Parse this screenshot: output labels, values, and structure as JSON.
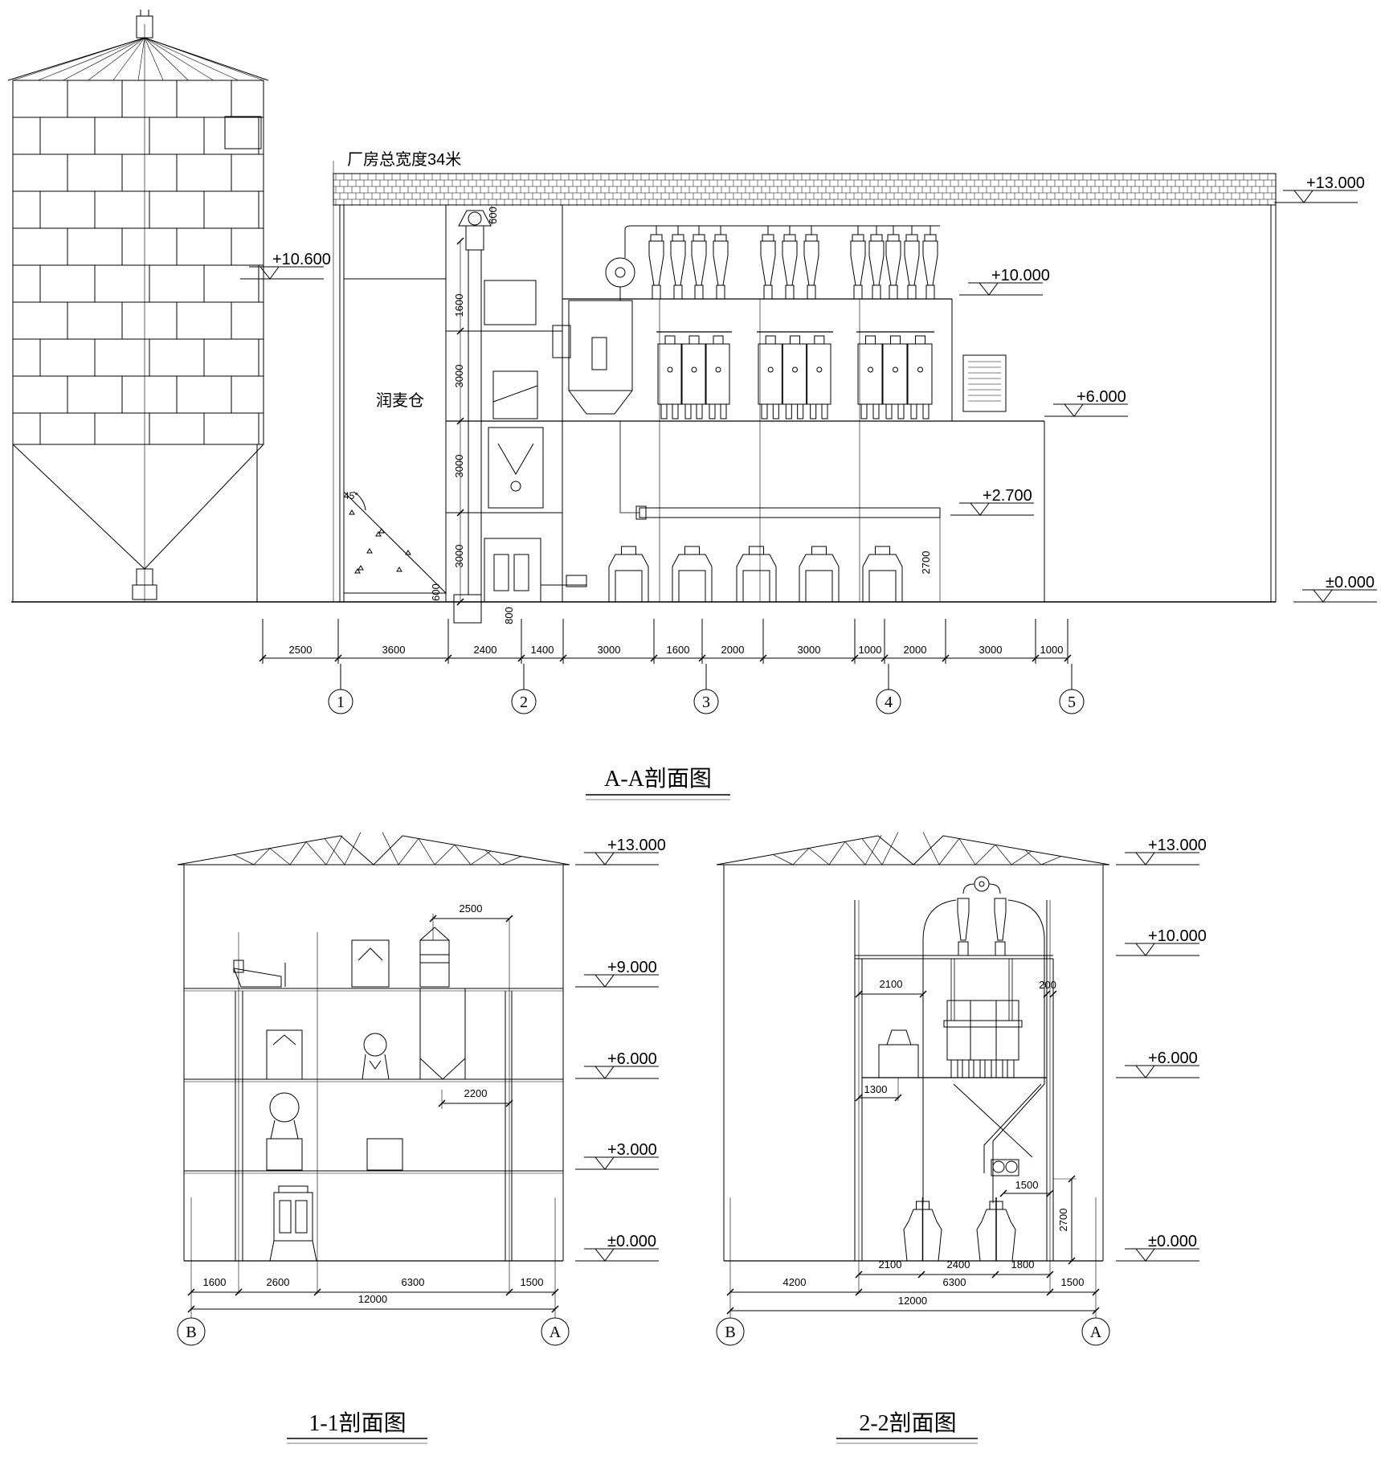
{
  "aa_section": {
    "title": "A-A剖面图",
    "width_note": "厂房总宽度34米",
    "bin_label": "润麦仓",
    "angle_label": "45°",
    "levels": [
      "+13.000",
      "+10.600",
      "+10.000",
      "+6.000",
      "+2.700",
      "±0.000"
    ],
    "horizontal_dims": [
      "2500",
      "3600",
      "2400",
      "1400",
      "3000",
      "1600",
      "2000",
      "3000",
      "1000",
      "2000",
      "3000",
      "1000"
    ],
    "vertical_dims": [
      "600",
      "1600",
      "3000",
      "3000",
      "3000",
      "600",
      "800",
      "2700"
    ],
    "axes": [
      "1",
      "2",
      "3",
      "4",
      "5"
    ]
  },
  "section_1_1": {
    "title": "1-1剖面图",
    "levels": [
      "+13.000",
      "+9.000",
      "+6.000",
      "+3.000",
      "±0.000"
    ],
    "dims": [
      "1600",
      "2600",
      "6300",
      "1500"
    ],
    "total": "12000",
    "equipment_dims": [
      "2500",
      "2200"
    ],
    "axes": [
      "B",
      "A"
    ]
  },
  "section_2_2": {
    "title": "2-2剖面图",
    "levels": [
      "+13.000",
      "+10.000",
      "+6.000",
      "±0.000"
    ],
    "dims_inner": [
      "2100",
      "2400",
      "1800"
    ],
    "dims": [
      "4200",
      "6300",
      "1500"
    ],
    "total": "12000",
    "equipment_dims": [
      "2100",
      "200",
      "1300",
      "1500",
      "2700"
    ],
    "axes": [
      "B",
      "A"
    ]
  }
}
